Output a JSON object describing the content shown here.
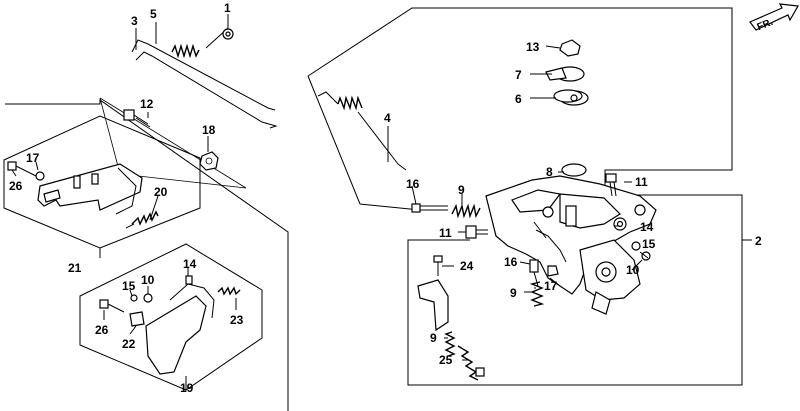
{
  "direction_label": "FR.",
  "callouts": {
    "c1": "1",
    "c2": "2",
    "c3": "3",
    "c4": "4",
    "c5": "5",
    "c6": "6",
    "c7": "7",
    "c8": "8",
    "c9a": "9",
    "c9b": "9",
    "c9c": "9",
    "c10a": "10",
    "c10b": "10",
    "c11a": "11",
    "c11b": "11",
    "c12": "12",
    "c13": "13",
    "c14a": "14",
    "c14b": "14",
    "c15a": "15",
    "c15b": "15",
    "c16a": "16",
    "c16b": "16",
    "c17a": "17",
    "c17b": "17",
    "c18": "18",
    "c19": "19",
    "c20": "20",
    "c21": "21",
    "c22": "22",
    "c23": "23",
    "c24": "24",
    "c25": "25",
    "c26a": "26",
    "c26b": "26"
  }
}
